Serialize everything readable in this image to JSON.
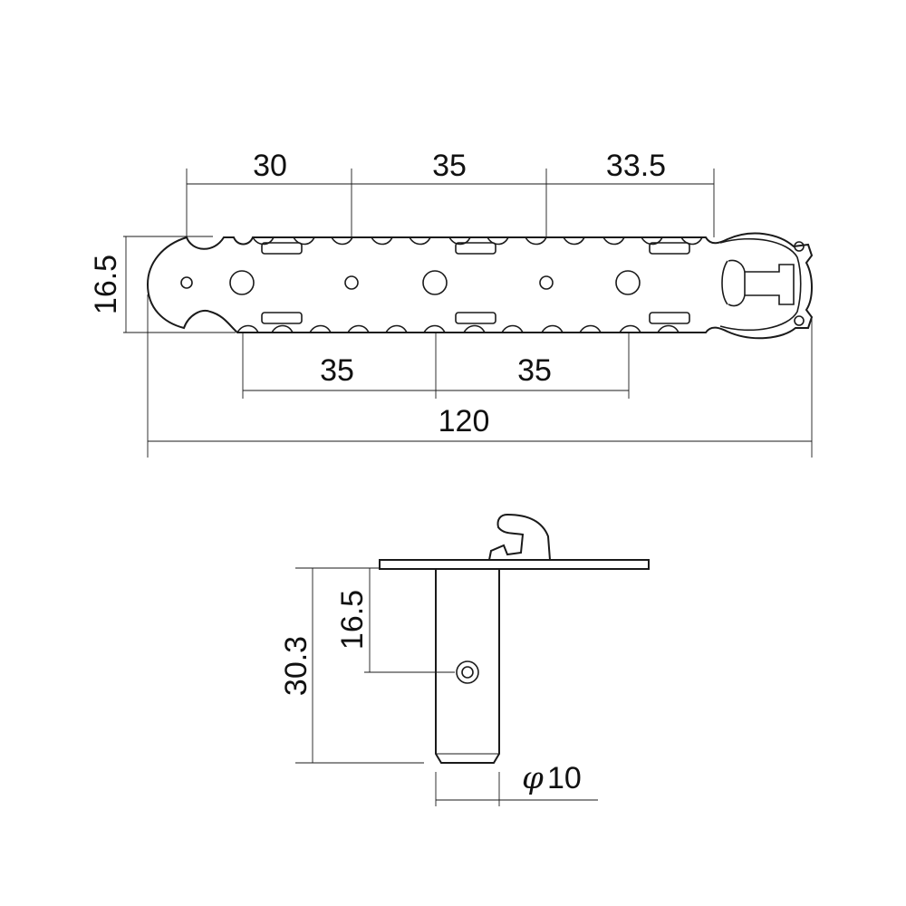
{
  "top_view": {
    "dims": {
      "top_1": "30",
      "top_2": "35",
      "top_3": "33.5",
      "height": "16.5",
      "bottom_1": "35",
      "bottom_2": "35",
      "overall": "120"
    }
  },
  "side_view": {
    "dims": {
      "post_length": "30.3",
      "hole_height": "16.5",
      "diameter_symbol": "φ",
      "diameter_value": "10"
    }
  }
}
